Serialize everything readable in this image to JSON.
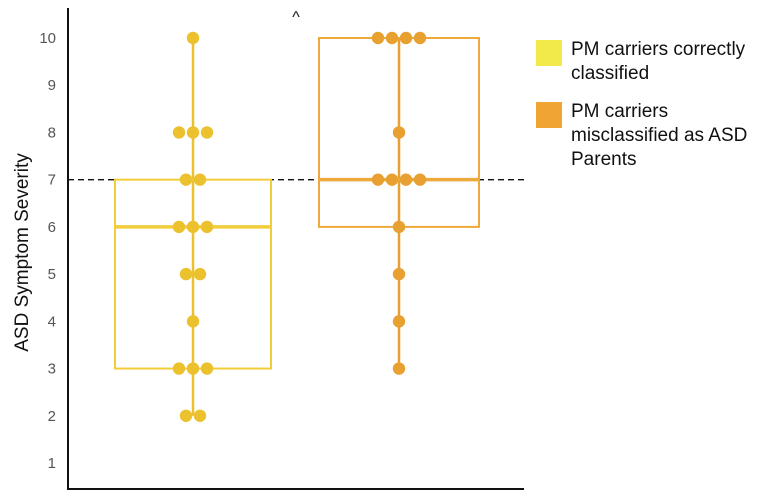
{
  "chart_data": {
    "type": "box-swarm",
    "ylabel": "ASD Symptom Severity",
    "xlabel": "",
    "ylim": [
      0.5,
      10.5
    ],
    "yticks": [
      1,
      2,
      3,
      4,
      5,
      6,
      7,
      8,
      9,
      10
    ],
    "reference_line": 7,
    "annotation": "^",
    "series": [
      {
        "name": "PM carriers correctly classified",
        "color": "#f0c419",
        "box_color": "#f2cd3a",
        "point_color": "#ecc12e",
        "box": {
          "q1": 3,
          "median": 6,
          "q3": 7,
          "min": 2,
          "max": 10
        },
        "points": [
          10,
          8,
          8,
          8,
          7,
          7,
          6,
          6,
          6,
          5,
          5,
          4,
          3,
          3,
          3,
          2,
          2
        ]
      },
      {
        "name": "PM carriers misclassified as ASD Parents",
        "color": "#f0a434",
        "box_color": "#eda93a",
        "point_color": "#e8a030",
        "box": {
          "q1": 6,
          "median": 7,
          "q3": 10,
          "min": 3,
          "max": 10
        },
        "points": [
          10,
          10,
          10,
          10,
          8,
          7,
          7,
          7,
          7,
          6,
          5,
          4,
          3
        ]
      }
    ],
    "legend": {
      "position": "top-right",
      "entries": [
        {
          "label": "PM carriers correctly classified",
          "color": "#f1ea4a"
        },
        {
          "label": "PM carriers misclassified as ASD Parents",
          "color": "#f0a434"
        }
      ]
    }
  }
}
